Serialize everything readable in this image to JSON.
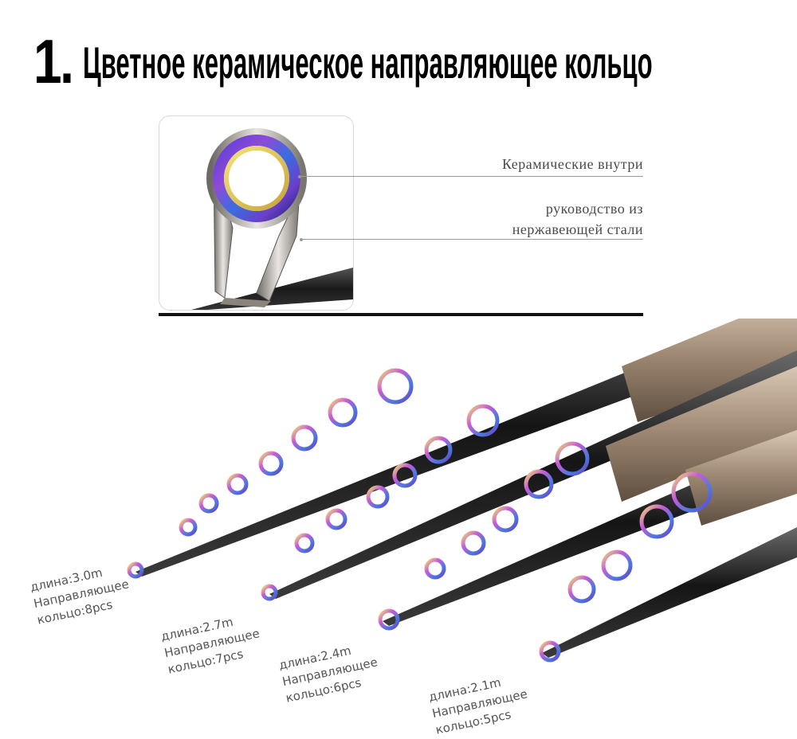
{
  "heading": {
    "number": "1.",
    "title": "Цветное керамическое направляющее кольцо"
  },
  "detail": {
    "callouts": [
      {
        "text": "Керамические внутри"
      },
      {
        "text_line1": "руководство из",
        "text_line2": "нержавеющей стали"
      }
    ]
  },
  "rods": [
    {
      "length_line": "длина:3.0m",
      "guide_label": "Направляющее",
      "count_line": "кольцо:8pcs"
    },
    {
      "length_line": "длина:2.7m",
      "guide_label": "Направляющее",
      "count_line": "кольцо:7pcs"
    },
    {
      "length_line": "длина:2.4m",
      "guide_label": "Направляющее",
      "count_line": "кольцо:6pcs"
    },
    {
      "length_line": "длина:2.1m",
      "guide_label": "Направляющее",
      "count_line": "кольцо:5pcs"
    }
  ],
  "colors": {
    "text": "#000000",
    "label": "#555555",
    "rod_carbon": "#1c1c1c",
    "rod_bronze": "#a08a73",
    "guide_metal": "#b9bcc2"
  }
}
